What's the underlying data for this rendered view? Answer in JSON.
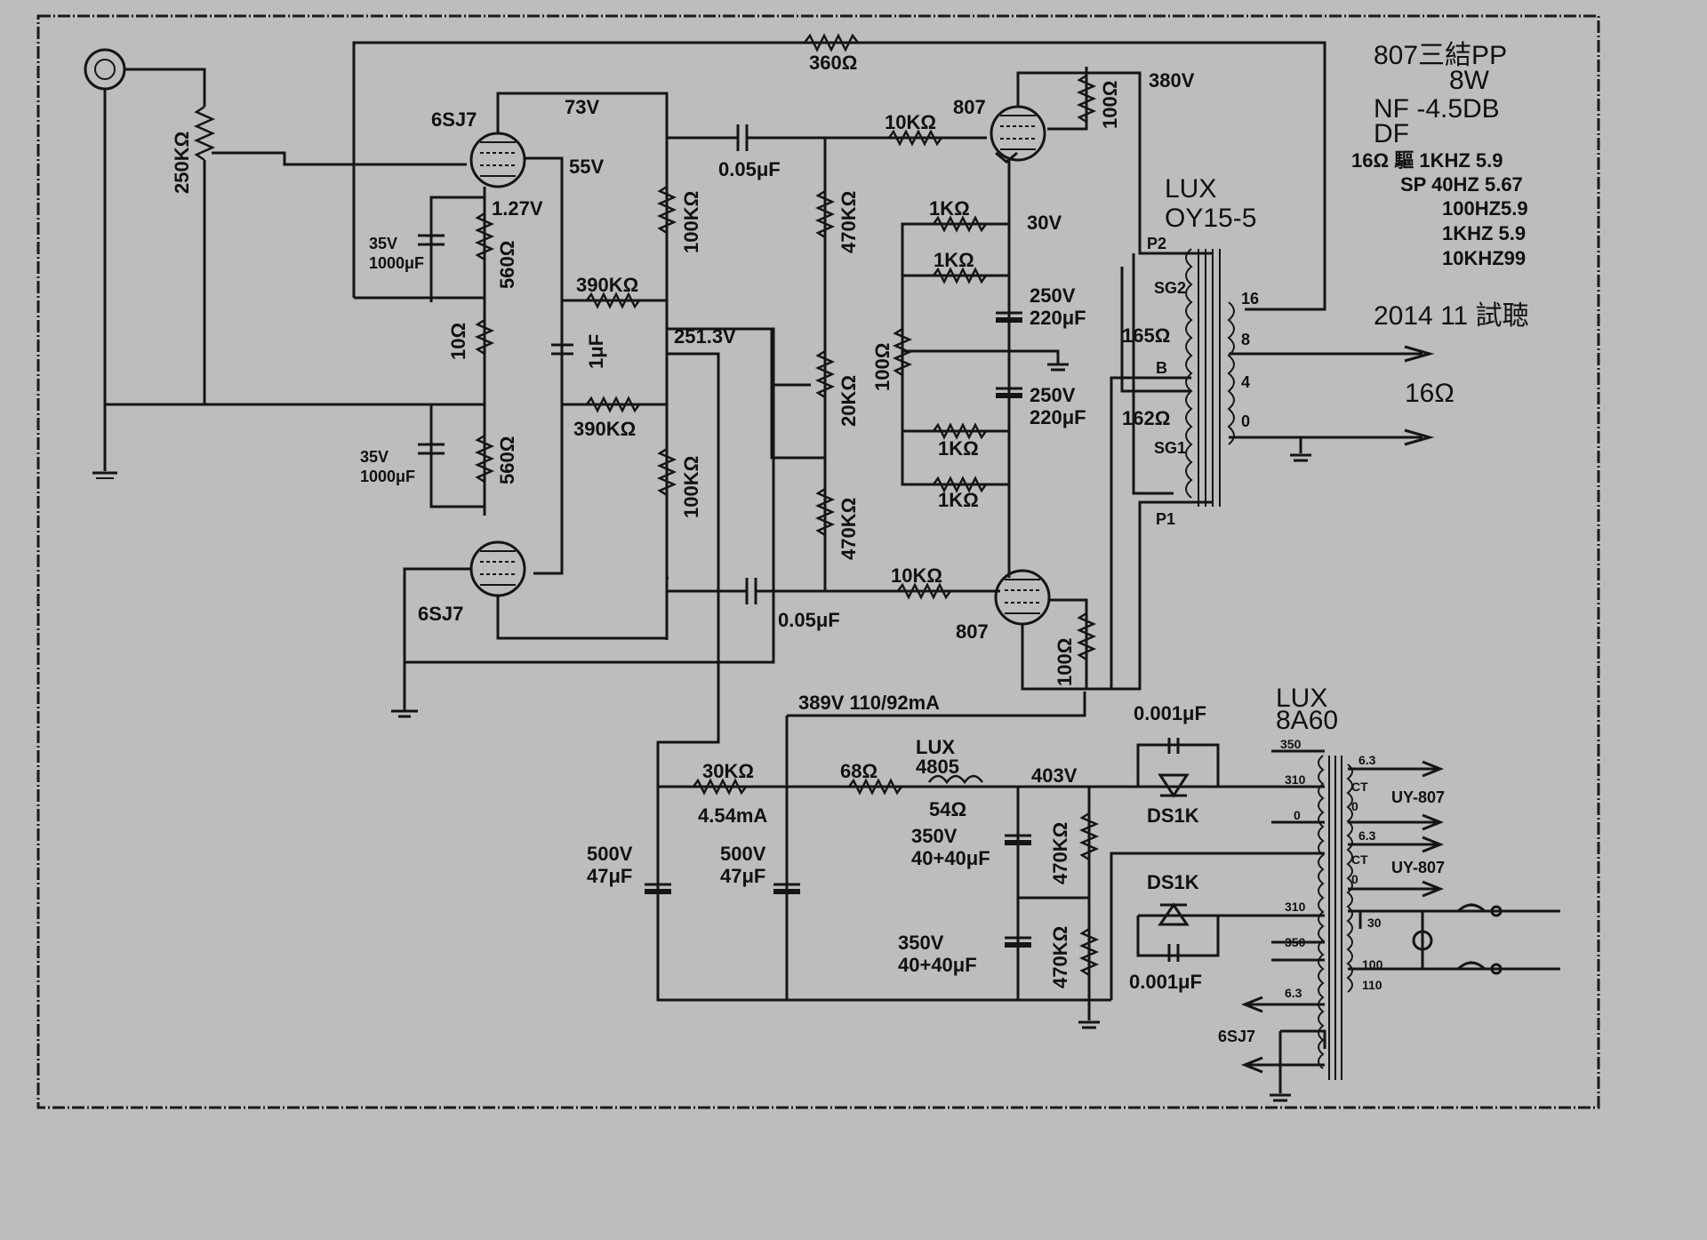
{
  "header": {
    "title": "807三結PP",
    "power": "8W",
    "nf": "NF -4.5DB",
    "df": "DF",
    "df_lines": [
      "16Ω 驅 1KHZ 5.9",
      "SP 40HZ 5.67",
      "100HZ5.9",
      "1KHZ 5.9",
      "10KHZ99"
    ],
    "date": "2014 11 試聴"
  },
  "tubes": {
    "v1": "6SJ7",
    "v2": "6SJ7",
    "v3": "807",
    "v4": "807",
    "rectifier_label": "6SJ7"
  },
  "transformers": {
    "output": [
      "LUX",
      "OY15-5"
    ],
    "output_taps": [
      "P2",
      "SG2",
      "B",
      "SG1",
      "P1",
      "165Ω",
      "162Ω",
      "16",
      "8",
      "4",
      "0"
    ],
    "output_label": "16Ω",
    "power": [
      "LUX",
      "8A60"
    ],
    "choke": [
      "LUX",
      "4805"
    ]
  },
  "labels": {
    "r_fb": "360Ω",
    "vol": "250KΩ",
    "v1_plate": "73V",
    "v1_sg": "55V",
    "v1_k": "1.27V",
    "c_k1": [
      "35V",
      "1000μF"
    ],
    "c_k2": [
      "35V",
      "1000μF"
    ],
    "r_k1": "560Ω",
    "r_k2": "560Ω",
    "r_10": "10Ω",
    "r_390a": "390KΩ",
    "r_390b": "390KΩ",
    "c_1u": "1μF",
    "r_100k_a": "100KΩ",
    "r_100k_b": "100KΩ",
    "node_251": "251.3V",
    "c_05a": "0.05μF",
    "c_05b": "0.05μF",
    "r_470k_a": "470KΩ",
    "r_470k_b": "470KΩ",
    "pot_20k": "20KΩ",
    "r_10k_a": "10KΩ",
    "r_10k_b": "10KΩ",
    "r_100_a": "100Ω",
    "r_100_b": "100Ω",
    "v_380": "380V",
    "v_30": "30V",
    "r_1k": [
      "1KΩ",
      "1KΩ",
      "1KΩ",
      "1KΩ"
    ],
    "pot_100": "100Ω",
    "c_250a": [
      "250V",
      "220μF"
    ],
    "c_250b": [
      "250V",
      "220μF"
    ],
    "supply": "389V 110/92mA",
    "r_30k": "30KΩ",
    "i_454": "4.54mA",
    "r_68": "68Ω",
    "r_54": "54Ω",
    "v_403": "403V",
    "c_500a": [
      "500V",
      "47μF"
    ],
    "c_500b": [
      "500V",
      "47μF"
    ],
    "c_350a": [
      "350V",
      "40+40μF"
    ],
    "c_350b": [
      "350V",
      "40+40μF"
    ],
    "r_470k_c": "470KΩ",
    "r_470k_d": "470KΩ",
    "c_001a": "0.001μF",
    "c_001b": "0.001μF",
    "diode_a": "DS1K",
    "diode_b": "DS1K",
    "heater_a": "UY-807",
    "heater_b": "UY-807",
    "pt_taps": [
      "350",
      "310",
      "0",
      "310",
      "350",
      "6.3",
      "CT",
      "0",
      "6.3",
      "CT",
      "0",
      "30",
      "100",
      "110",
      "6.3"
    ]
  }
}
